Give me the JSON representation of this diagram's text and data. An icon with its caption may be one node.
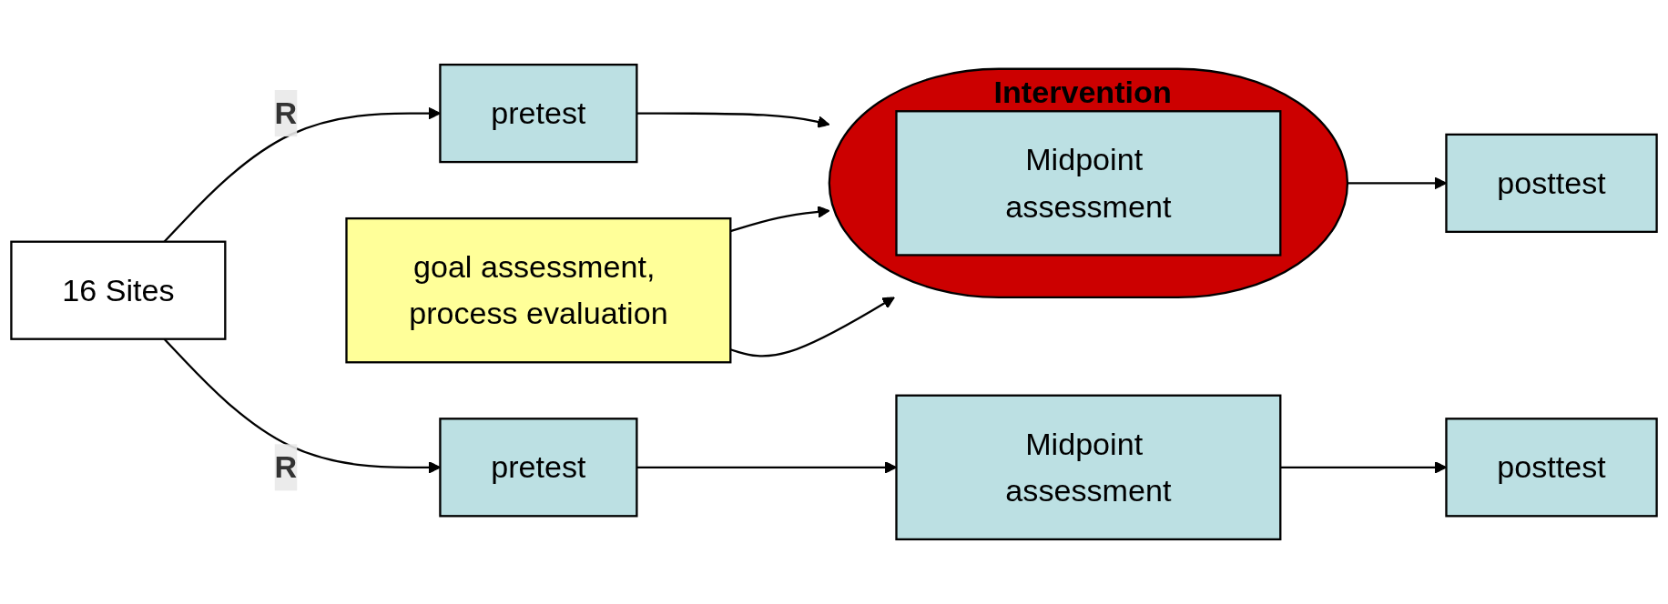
{
  "diagram": {
    "nodes": [
      {
        "text": [
          "16 Sites"
        ]
      },
      {
        "text": [
          "pretest"
        ]
      },
      {
        "text": [
          "Intervention"
        ]
      },
      {
        "text": [
          "Midpoint assessment"
        ],
        "in": 2
      },
      {
        "text": [
          "posttest"
        ]
      },
      {
        "text": [
          "goal assessment, process evaluation"
        ]
      },
      {
        "text": [
          "pretest"
        ]
      },
      {
        "text": [
          "Midpoint assessment"
        ]
      },
      {
        "text": [
          "posttest"
        ]
      }
    ],
    "edges": [
      {
        "from": 0,
        "to": 1,
        "arrow": "to",
        "label": "R"
      },
      {
        "from": 0,
        "to": 6,
        "arrow": "to",
        "label": "R"
      },
      {
        "from": 1,
        "to": 2,
        "arrow": "to"
      },
      {
        "from": 2,
        "to": 4,
        "arrow": "to"
      },
      {
        "from": 5,
        "to": 2,
        "arrow": "to"
      },
      {
        "from": 5,
        "to": 2,
        "arrow": "to"
      },
      {
        "from": 6,
        "to": 7,
        "arrow": "to"
      },
      {
        "from": 7,
        "to": 8,
        "arrow": "to"
      }
    ]
  }
}
